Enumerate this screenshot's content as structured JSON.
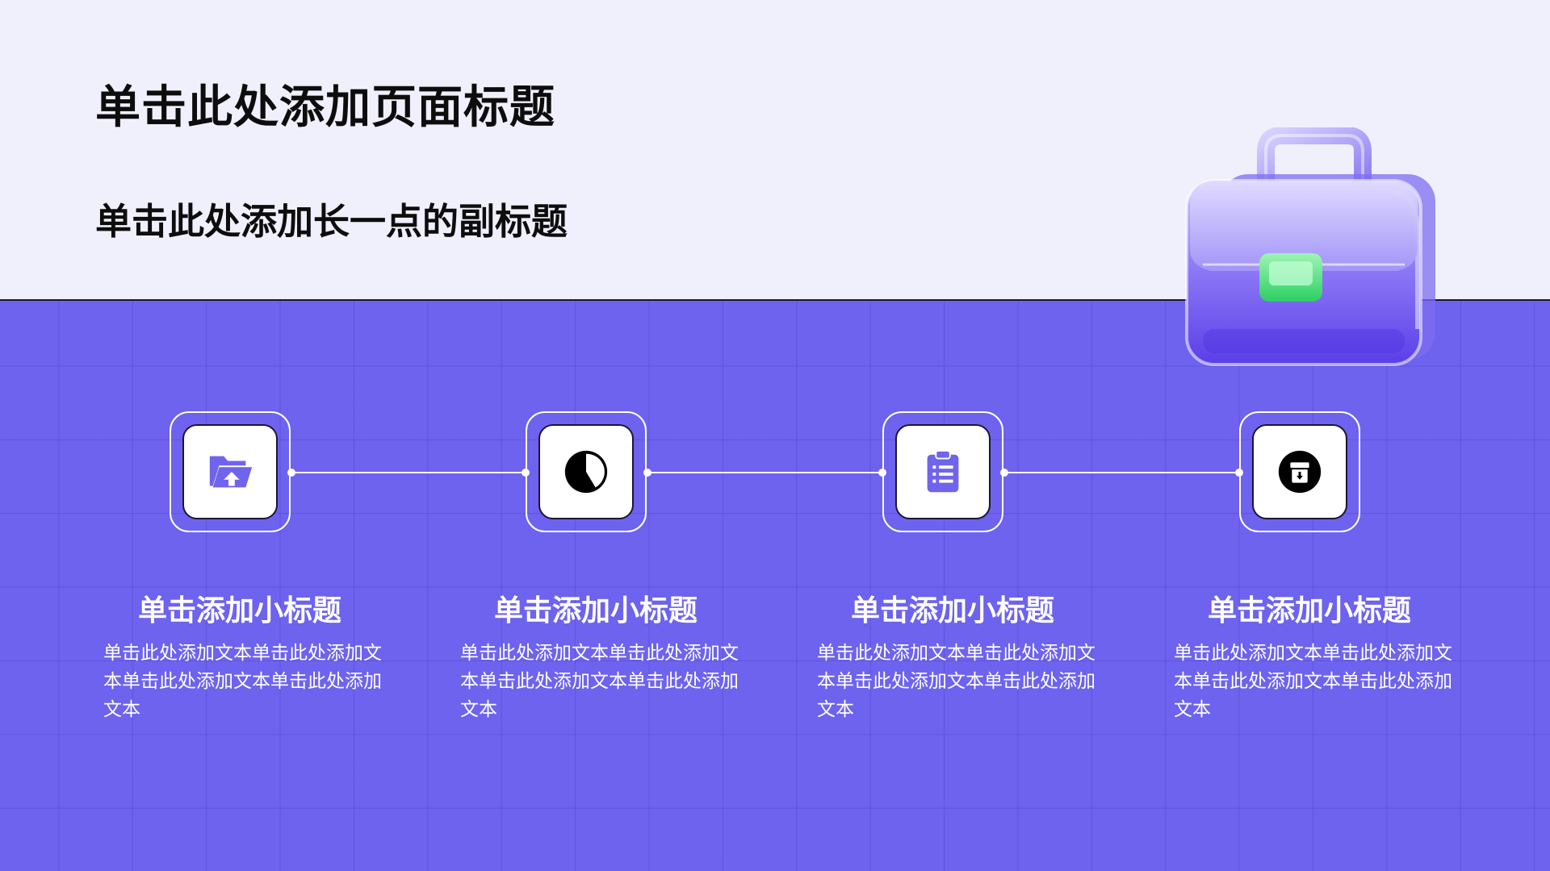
{
  "page": {
    "title": "单击此处添加页面标题",
    "subtitle": "单击此处添加长一点的副标题"
  },
  "colors": {
    "top_background": "#f0effc",
    "bottom_background": "#6d63ee",
    "icon_purple": "#7064ec",
    "text_light": "#ffffff",
    "text_dark": "#0d0d0d"
  },
  "illustration": {
    "icon": "briefcase-icon"
  },
  "items": [
    {
      "icon": "folder-upload-icon",
      "title": "单击添加小标题",
      "text": "单击此处添加文本单击此处添加文本单击此处添加文本单击此处添加文本"
    },
    {
      "icon": "pie-chart-icon",
      "title": "单击添加小标题",
      "text": "单击此处添加文本单击此处添加文本单击此处添加文本单击此处添加文本"
    },
    {
      "icon": "clipboard-list-icon",
      "title": "单击添加小标题",
      "text": "单击此处添加文本单击此处添加文本单击此处添加文本单击此处添加文本"
    },
    {
      "icon": "archive-download-icon",
      "title": "单击添加小标题",
      "text": "单击此处添加文本单击此处添加文本单击此处添加文本单击此处添加文本"
    }
  ]
}
